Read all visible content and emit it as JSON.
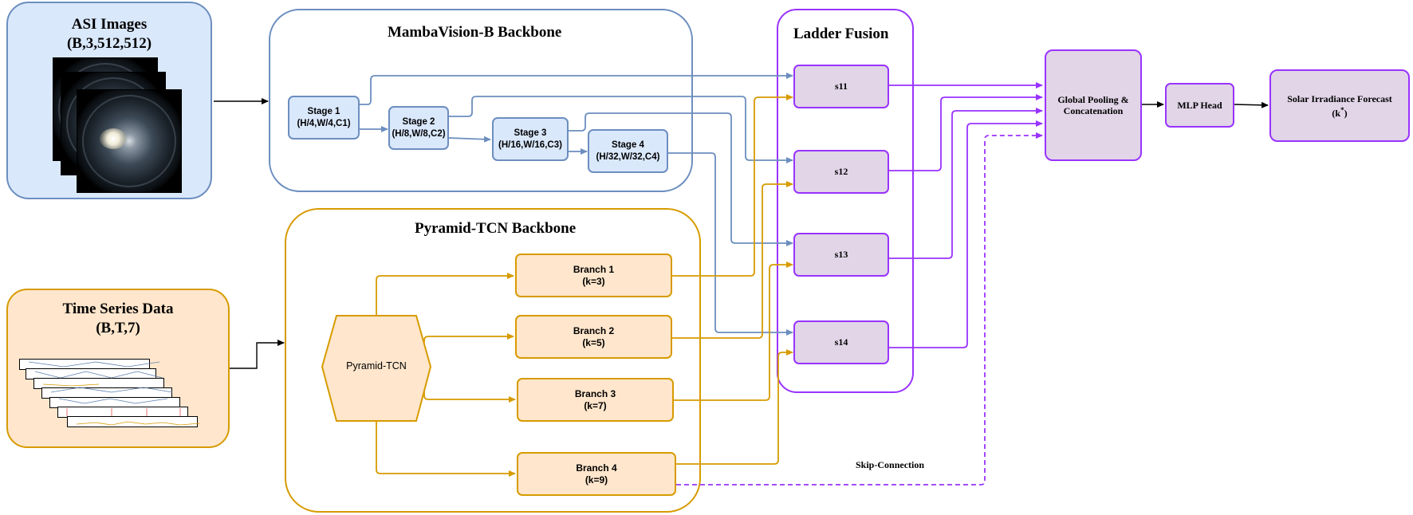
{
  "asi": {
    "title": "ASI Images",
    "shape": "(B,3,512,512)"
  },
  "ts": {
    "title": "Time Series Data",
    "shape": "(B,T,7)"
  },
  "mamba": {
    "title": "MambaVision-B Backbone",
    "stages": [
      {
        "name": "Stage 1",
        "dims": "(H/4,W/4,C1)"
      },
      {
        "name": "Stage 2",
        "dims": "(H/8,W/8,C2)"
      },
      {
        "name": "Stage 3",
        "dims": "(H/16,W/16,C3)"
      },
      {
        "name": "Stage 4",
        "dims": "(H/32,W/32,C4)"
      }
    ]
  },
  "tcn": {
    "title": "Pyramid-TCN Backbone",
    "core": "Pyramid-TCN",
    "branches": [
      {
        "name": "Branch 1",
        "k": "(k=3)"
      },
      {
        "name": "Branch 2",
        "k": "(k=5)"
      },
      {
        "name": "Branch 3",
        "k": "(k=7)"
      },
      {
        "name": "Branch 4",
        "k": "(k=9)"
      }
    ]
  },
  "ladder": {
    "title": "Ladder Fusion",
    "nodes": [
      "s11",
      "s12",
      "s13",
      "s14"
    ]
  },
  "pool": {
    "line1": "Global Pooling &",
    "line2": "Concatenation"
  },
  "mlp": {
    "label": "MLP Head"
  },
  "forecast": {
    "line1": "Solar Irradiance Forecast",
    "line2": "(k",
    "sup": "*",
    "line2_end": ")"
  },
  "skip": {
    "label": "Skip-Connection"
  },
  "colors": {
    "blue": "#6c8ebf",
    "blue_fill": "#dae8fc",
    "orange": "#d79b00",
    "orange_fill": "#ffe6cc",
    "purple": "#9933ff",
    "purple_fill": "#e1d5e7"
  }
}
